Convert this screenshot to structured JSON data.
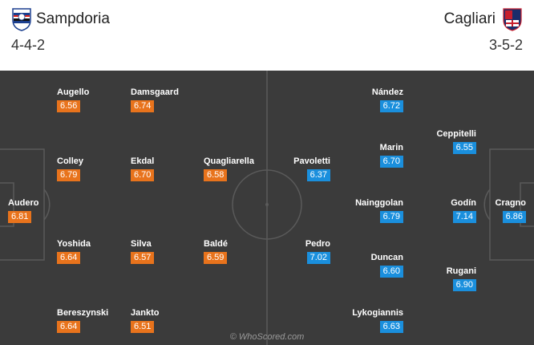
{
  "home": {
    "name": "Sampdoria",
    "formation": "4-4-2",
    "crest_icon": "sampdoria-crest-icon",
    "color": "#e8731c",
    "players": [
      {
        "name": "Augello",
        "rating": "6.56"
      },
      {
        "name": "Damsgaard",
        "rating": "6.74"
      },
      {
        "name": "Colley",
        "rating": "6.79"
      },
      {
        "name": "Ekdal",
        "rating": "6.70"
      },
      {
        "name": "Quagliarella",
        "rating": "6.58"
      },
      {
        "name": "Audero",
        "rating": "6.81"
      },
      {
        "name": "Yoshida",
        "rating": "6.64"
      },
      {
        "name": "Silva",
        "rating": "6.57"
      },
      {
        "name": "Baldé",
        "rating": "6.59"
      },
      {
        "name": "Bereszynski",
        "rating": "6.64"
      },
      {
        "name": "Jankto",
        "rating": "6.51"
      }
    ]
  },
  "away": {
    "name": "Cagliari",
    "formation": "3-5-2",
    "crest_icon": "cagliari-crest-icon",
    "color": "#1a8fdd",
    "players": [
      {
        "name": "Nández",
        "rating": "6.72"
      },
      {
        "name": "Ceppitelli",
        "rating": "6.55"
      },
      {
        "name": "Pavoletti",
        "rating": "6.37"
      },
      {
        "name": "Marin",
        "rating": "6.70"
      },
      {
        "name": "Nainggolan",
        "rating": "6.79"
      },
      {
        "name": "Godín",
        "rating": "7.14"
      },
      {
        "name": "Cragno",
        "rating": "6.86"
      },
      {
        "name": "Pedro",
        "rating": "7.02"
      },
      {
        "name": "Duncan",
        "rating": "6.60"
      },
      {
        "name": "Rugani",
        "rating": "6.90"
      },
      {
        "name": "Lykogiannis",
        "rating": "6.63"
      }
    ]
  },
  "pitch_color": "#3b3b3b",
  "watermark": "© WhoScored.com"
}
